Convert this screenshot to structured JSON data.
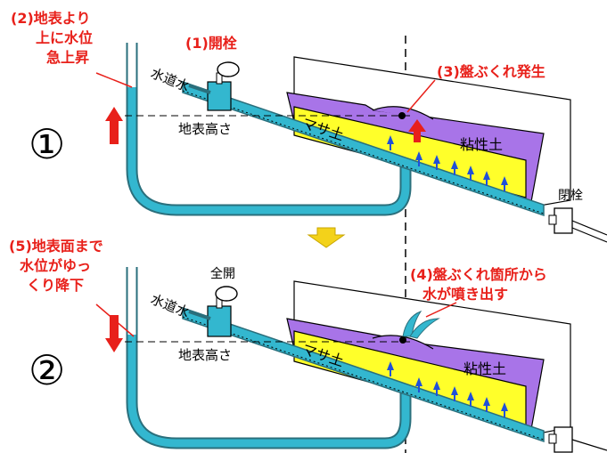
{
  "colors": {
    "water": "#33b7cf",
    "pipe_outline": "#2a6f7c",
    "clay": "#a874e8",
    "masa": "#ffff2a",
    "annotation_red": "#e8201a",
    "arrow_blue": "#2050d8",
    "transition_yellow": "#f3d21a"
  },
  "labels": {
    "step1_number": "①",
    "step2_number": "②",
    "tap_water": "水道水",
    "ground_height": "地表高さ",
    "masa_soil": "マサ土",
    "clay_soil": "粘性土",
    "valve_closed": "閉栓",
    "valve_full_open": "全開",
    "note_open_valve": "(1)開栓",
    "note_rise_line1": "(2)地表より",
    "note_rise_line2": "上に水位",
    "note_rise_line3": "急上昇",
    "note_heave": "(3)盤ぶくれ発生",
    "note_spout_line1": "(4)盤ぶくれ箇所から",
    "note_spout_line2": "水が噴き出す",
    "note_fall_line1": "(5)地表面まで",
    "note_fall_line2": "水位がゆっ",
    "note_fall_line3": "くり降下"
  }
}
